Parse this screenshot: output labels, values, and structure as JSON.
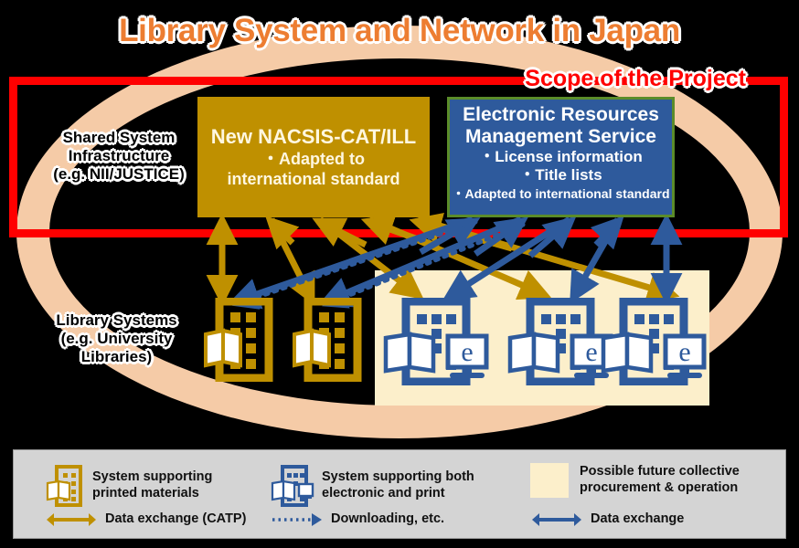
{
  "title": "Library System and Network in Japan",
  "scope": {
    "label": "Scope of the Project"
  },
  "side_labels": {
    "shared": [
      "Shared System",
      "Infrastructure",
      "(e.g. NII/JUSTICE)"
    ],
    "library_systems": [
      "Library Systems",
      "(e.g. University",
      "Libraries)"
    ]
  },
  "boxes": {
    "nacsis": {
      "line1": "New NACSIS-CAT/ILL",
      "line2": "・Adapted to",
      "line3": "international standard",
      "color": "#BF9000"
    },
    "erms": {
      "line1": "Electronic Resources",
      "line2": "Management Service",
      "line3": "・License information",
      "line4": "・Title lists",
      "line5": "・Adapted to international standard",
      "color": "#2E5A9C",
      "border_color": "#5B8C2A"
    },
    "collective_area": {
      "color": "#FCEFCB"
    }
  },
  "legend": {
    "items": [
      {
        "icon": "print-building-icon",
        "line1": "System supporting",
        "line2": "printed materials",
        "color": "#BF9000"
      },
      {
        "icon": "electronic-building-icon",
        "line1": "System supporting both",
        "line2": "electronic and print",
        "color": "#2E5A9C"
      },
      {
        "icon": "cream-swatch",
        "line1": "Possible future collective",
        "line2": "procurement & operation",
        "color": "#FCEFCB"
      },
      {
        "icon": "gold-double-arrow-icon",
        "line1": "Data exchange (CATP)",
        "line2": "",
        "color": "#BF9000"
      },
      {
        "icon": "blue-dotted-arrow-icon",
        "line1": "Downloading, etc.",
        "line2": "",
        "color": "#2E5A9C"
      },
      {
        "icon": "blue-double-arrow-icon",
        "line1": "Data exchange",
        "line2": "",
        "color": "#2E5A9C"
      }
    ]
  },
  "icon_labels": {
    "print_building": "print-library-building-icon",
    "electronic_building": "electronic-library-building-icon",
    "e_monitor": "e-monitor-icon",
    "open_book": "open-book-icon"
  },
  "colors": {
    "title": "#ED7D31",
    "scope_border": "#FF0000",
    "oval_ring": "#F5CBA7",
    "gold": "#BF9000",
    "blue": "#2E5A9C",
    "cream": "#FCEFCB",
    "legend_bg": "#D4D4D4",
    "background": "#000000"
  }
}
